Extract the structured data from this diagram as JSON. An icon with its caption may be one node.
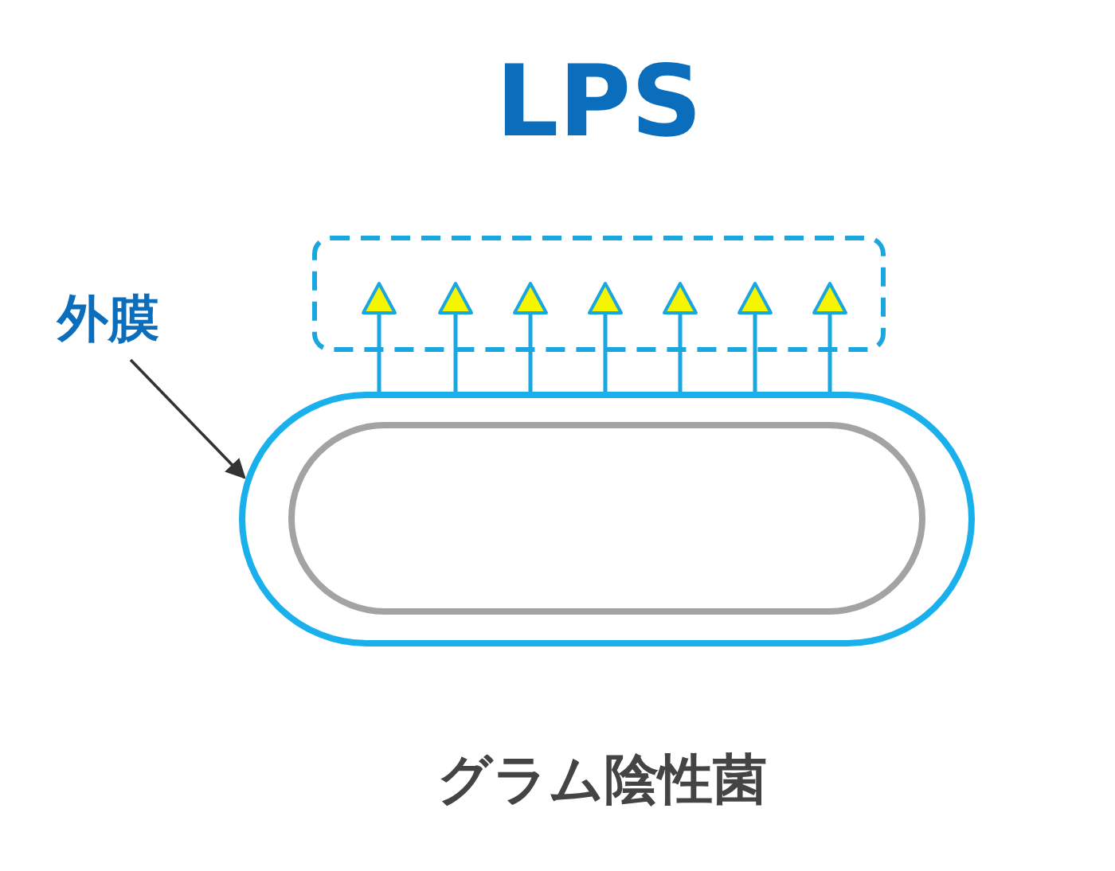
{
  "diagram": {
    "caption": "グラム陰性菌",
    "nodes": [
      {
        "text": [
          "LPS"
        ]
      },
      {
        "text": [
          "外膜"
        ]
      },
      {
        "text": [],
        "shape": "capsule"
      },
      {
        "text": [],
        "shape": "capsule",
        "in": 2
      },
      {
        "text": [],
        "shape": "triangle",
        "in": 0
      },
      {
        "text": [],
        "shape": "triangle",
        "in": 0
      },
      {
        "text": [],
        "shape": "triangle",
        "in": 0
      },
      {
        "text": [],
        "shape": "triangle",
        "in": 0
      },
      {
        "text": [],
        "shape": "triangle",
        "in": 0
      },
      {
        "text": [],
        "shape": "triangle",
        "in": 0
      },
      {
        "text": [],
        "shape": "triangle",
        "in": 0
      }
    ],
    "edges": [
      {
        "from": 1,
        "to": 2,
        "arrow": "to",
        "color": "#333333"
      },
      {
        "from": 2,
        "to": 4,
        "arrow": "none"
      },
      {
        "from": 2,
        "to": 5,
        "arrow": "none"
      },
      {
        "from": 2,
        "to": 6,
        "arrow": "none"
      },
      {
        "from": 2,
        "to": 7,
        "arrow": "none"
      },
      {
        "from": 2,
        "to": 8,
        "arrow": "none"
      },
      {
        "from": 2,
        "to": 9,
        "arrow": "none"
      },
      {
        "from": 2,
        "to": 10,
        "arrow": "none"
      }
    ]
  }
}
